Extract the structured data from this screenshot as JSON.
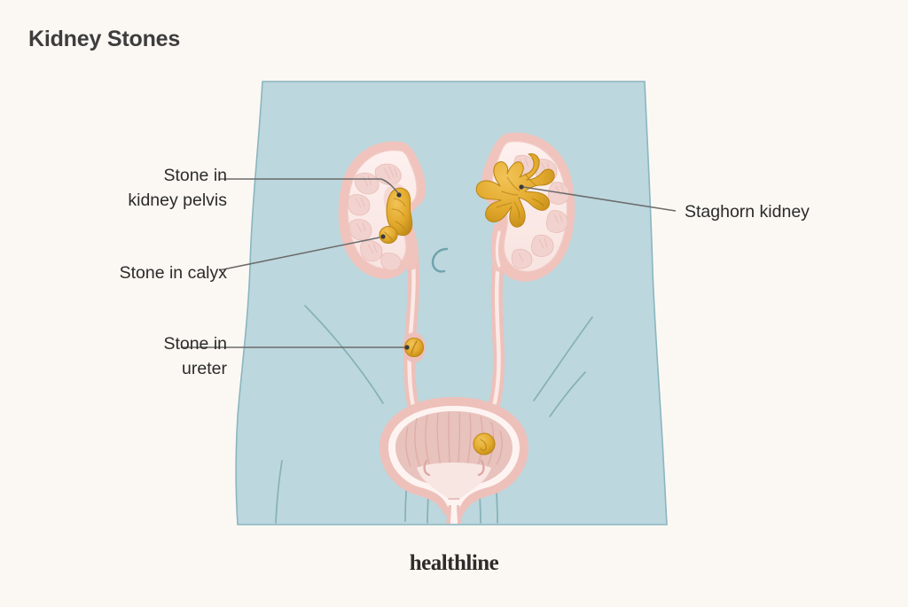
{
  "figure": {
    "title": "Kidney Stones",
    "brand": "healthline",
    "background_color": "#fbf8f3",
    "title_color": "#3d3d3d"
  },
  "labels": [
    {
      "id": "stone-in-kidney-pelvis",
      "text": "Stone in\nkidney pelvis",
      "align": "right",
      "target": "renal pelvis stone in left kidney"
    },
    {
      "id": "stone-in-calyx",
      "text": "Stone in calyx",
      "align": "right",
      "target": "calyx stone in left kidney"
    },
    {
      "id": "stone-in-ureter",
      "text": "Stone in\nureter",
      "align": "right",
      "target": "stone lodged in left ureter"
    },
    {
      "id": "staghorn-kidney",
      "text": "Staghorn kidney",
      "align": "left",
      "target": "branching staghorn calculus in right kidney"
    }
  ],
  "illustration": {
    "type": "medical-anatomy-diagram",
    "subject": "urinary tract with kidney stones",
    "parts": [
      "torso silhouette",
      "left kidney",
      "right kidney",
      "left ureter",
      "right ureter",
      "urinary bladder",
      "urethra",
      "spine marker"
    ],
    "stones": [
      {
        "name": "renal pelvis stone",
        "location": "left kidney pelvis",
        "shape": "irregular blob"
      },
      {
        "name": "calyx stone",
        "location": "left kidney calyx",
        "shape": "small oval"
      },
      {
        "name": "ureteral stone",
        "location": "left ureter mid-section",
        "shape": "round"
      },
      {
        "name": "staghorn calculus",
        "location": "right kidney pelvis and calyces",
        "shape": "branching coral"
      },
      {
        "name": "bladder stone",
        "location": "bladder lower right",
        "shape": "round"
      }
    ],
    "colors": {
      "torso": "#bcd7dd",
      "torso_outline": "#8ab6c0",
      "organ_pink": "#f0c3bd",
      "organ_pink_light": "#fbe3e0",
      "organ_pink_pale": "#f9eceb",
      "stone_amber": "#e6ac2e",
      "stone_amber_dark": "#c8901c",
      "leader_line": "#6b6b6b",
      "guide_line": "#7aa9b3"
    }
  }
}
